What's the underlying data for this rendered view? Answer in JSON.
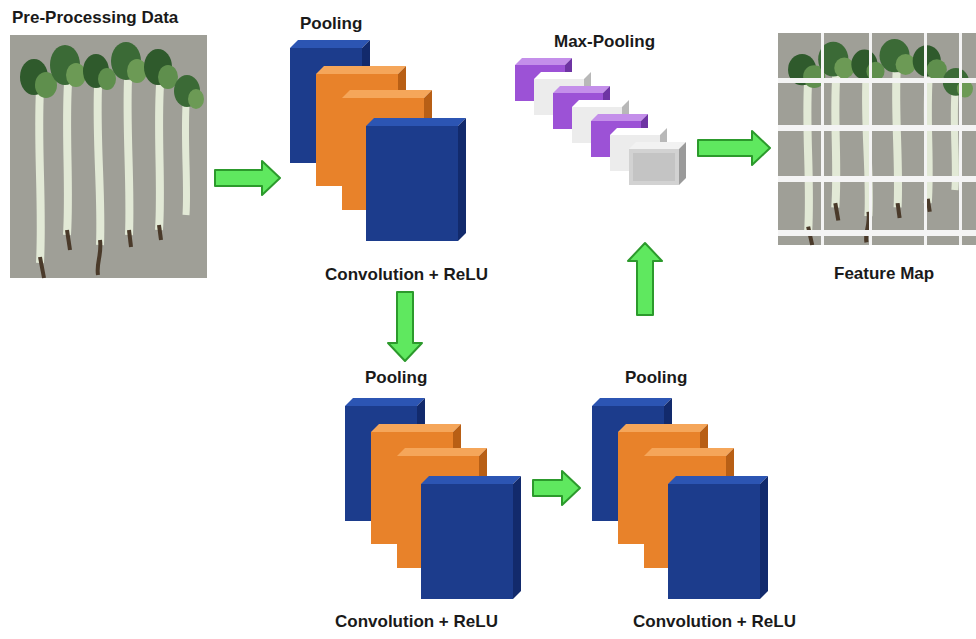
{
  "diagram": {
    "nodes": [
      {
        "text": [
          "Pre-Processing Data"
        ]
      },
      {
        "text": [
          "Pooling",
          "Convolution + ReLU"
        ]
      },
      {
        "text": [
          "Pooling",
          "Convolution + ReLU"
        ]
      },
      {
        "text": [
          "Pooling",
          "Convolution + ReLU"
        ]
      },
      {
        "text": [
          "Max-Pooling"
        ]
      },
      {
        "text": [
          "Feature Map"
        ]
      }
    ],
    "edges": [
      {
        "from": 0,
        "to": 1,
        "arrow": "to"
      },
      {
        "from": 1,
        "to": 2,
        "arrow": "to"
      },
      {
        "from": 2,
        "to": 3,
        "arrow": "to"
      },
      {
        "from": 3,
        "to": 4,
        "arrow": "to"
      },
      {
        "from": 4,
        "to": 5,
        "arrow": "to"
      }
    ]
  }
}
